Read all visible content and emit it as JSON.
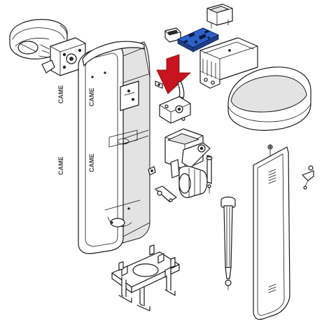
{
  "diagram": {
    "brand_logo_text": "CAME",
    "colors": {
      "line": "#1a1a1a",
      "highlight_board": "#2a62c9",
      "highlight_board_dark": "#1f3f8a",
      "arrow": "#c8141e",
      "fill": "#ffffff",
      "shade": "#e3e3e3"
    },
    "parts": [
      "barrier-cabinet",
      "control-board",
      "highlight-arrow",
      "transformer",
      "connector-module",
      "control-box",
      "top-cover",
      "spring-housing",
      "gearmotor",
      "balancing-spring",
      "access-door",
      "anchor-plate",
      "mounting-bracket",
      "release-lever",
      "fasteners"
    ]
  }
}
